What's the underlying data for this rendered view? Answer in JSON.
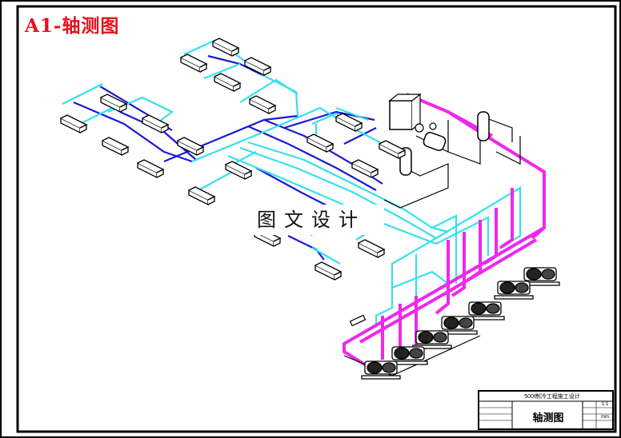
{
  "drawing": {
    "view_title": "A1-轴测图",
    "watermark": "图文设计"
  },
  "colors": {
    "supply_blue": "#1a1ad6",
    "return_cyan": "#35e0f0",
    "hot_magenta": "#ee28ee",
    "frame": "#000000",
    "title_red": "#e8101a"
  },
  "title_block": {
    "project": "500t制冷工程施工设计",
    "drawing_name": "轴测图",
    "scale": "1:1",
    "unit": "mm"
  }
}
